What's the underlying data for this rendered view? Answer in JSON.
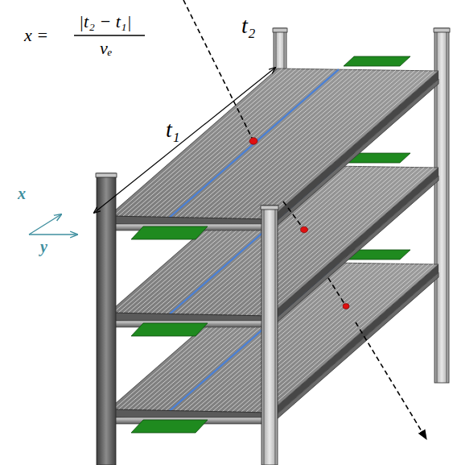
{
  "diagram": {
    "labels": [
      "x =",
      "|t₂ − t₁|",
      "vₑ",
      "t₂",
      "t₁",
      "x",
      "y"
    ]
  }
}
